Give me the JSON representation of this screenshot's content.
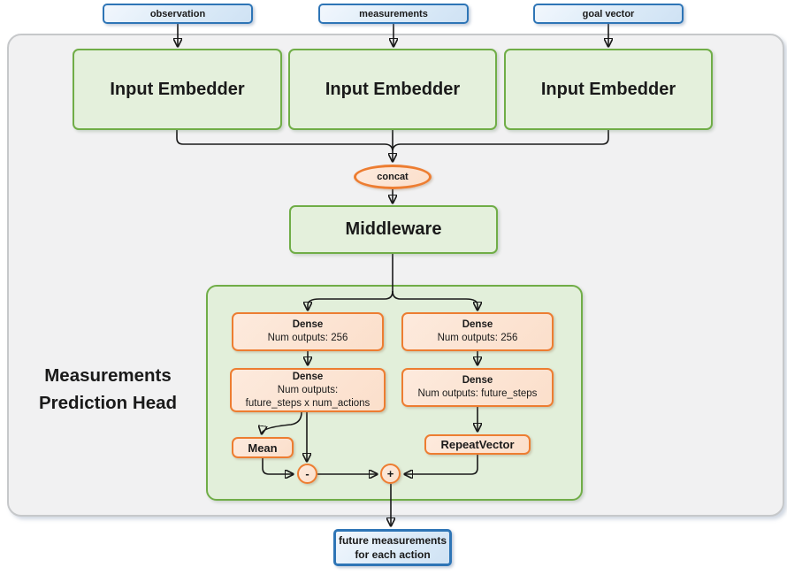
{
  "inputs": [
    {
      "label": "observation"
    },
    {
      "label": "measurements"
    },
    {
      "label": "goal vector"
    }
  ],
  "embedders": [
    {
      "label": "Input Embedder"
    },
    {
      "label": "Input Embedder"
    },
    {
      "label": "Input Embedder"
    }
  ],
  "concat": {
    "label": "concat"
  },
  "middleware": {
    "label": "Middleware"
  },
  "head": {
    "title_line1": "Measurements",
    "title_line2": "Prediction Head",
    "dense_left_1": {
      "title": "Dense",
      "line2": "Num outputs: 256"
    },
    "dense_left_2": {
      "title": "Dense",
      "line2": "Num outputs:",
      "line3": "future_steps x num_actions"
    },
    "mean": {
      "label": "Mean"
    },
    "minus": {
      "label": "-"
    },
    "dense_right_1": {
      "title": "Dense",
      "line2": "Num outputs: 256"
    },
    "dense_right_2": {
      "title": "Dense",
      "line2": "Num outputs: future_steps"
    },
    "repeat_vector": {
      "label": "RepeatVector"
    },
    "plus": {
      "label": "+"
    }
  },
  "output": {
    "line1": "future measurements",
    "line2": "for each action"
  },
  "colors": {
    "green_border": "#70ad47",
    "green_fill": "#e2efda",
    "orange_border": "#ed7d31",
    "orange_fill": "#fce4d6",
    "blue_border": "#2e75b6",
    "blue_fill": "#deebf7",
    "frame_fill": "#f1f1f2",
    "frame_border": "#c6c8ca",
    "line_color": "#1a1a1a"
  }
}
